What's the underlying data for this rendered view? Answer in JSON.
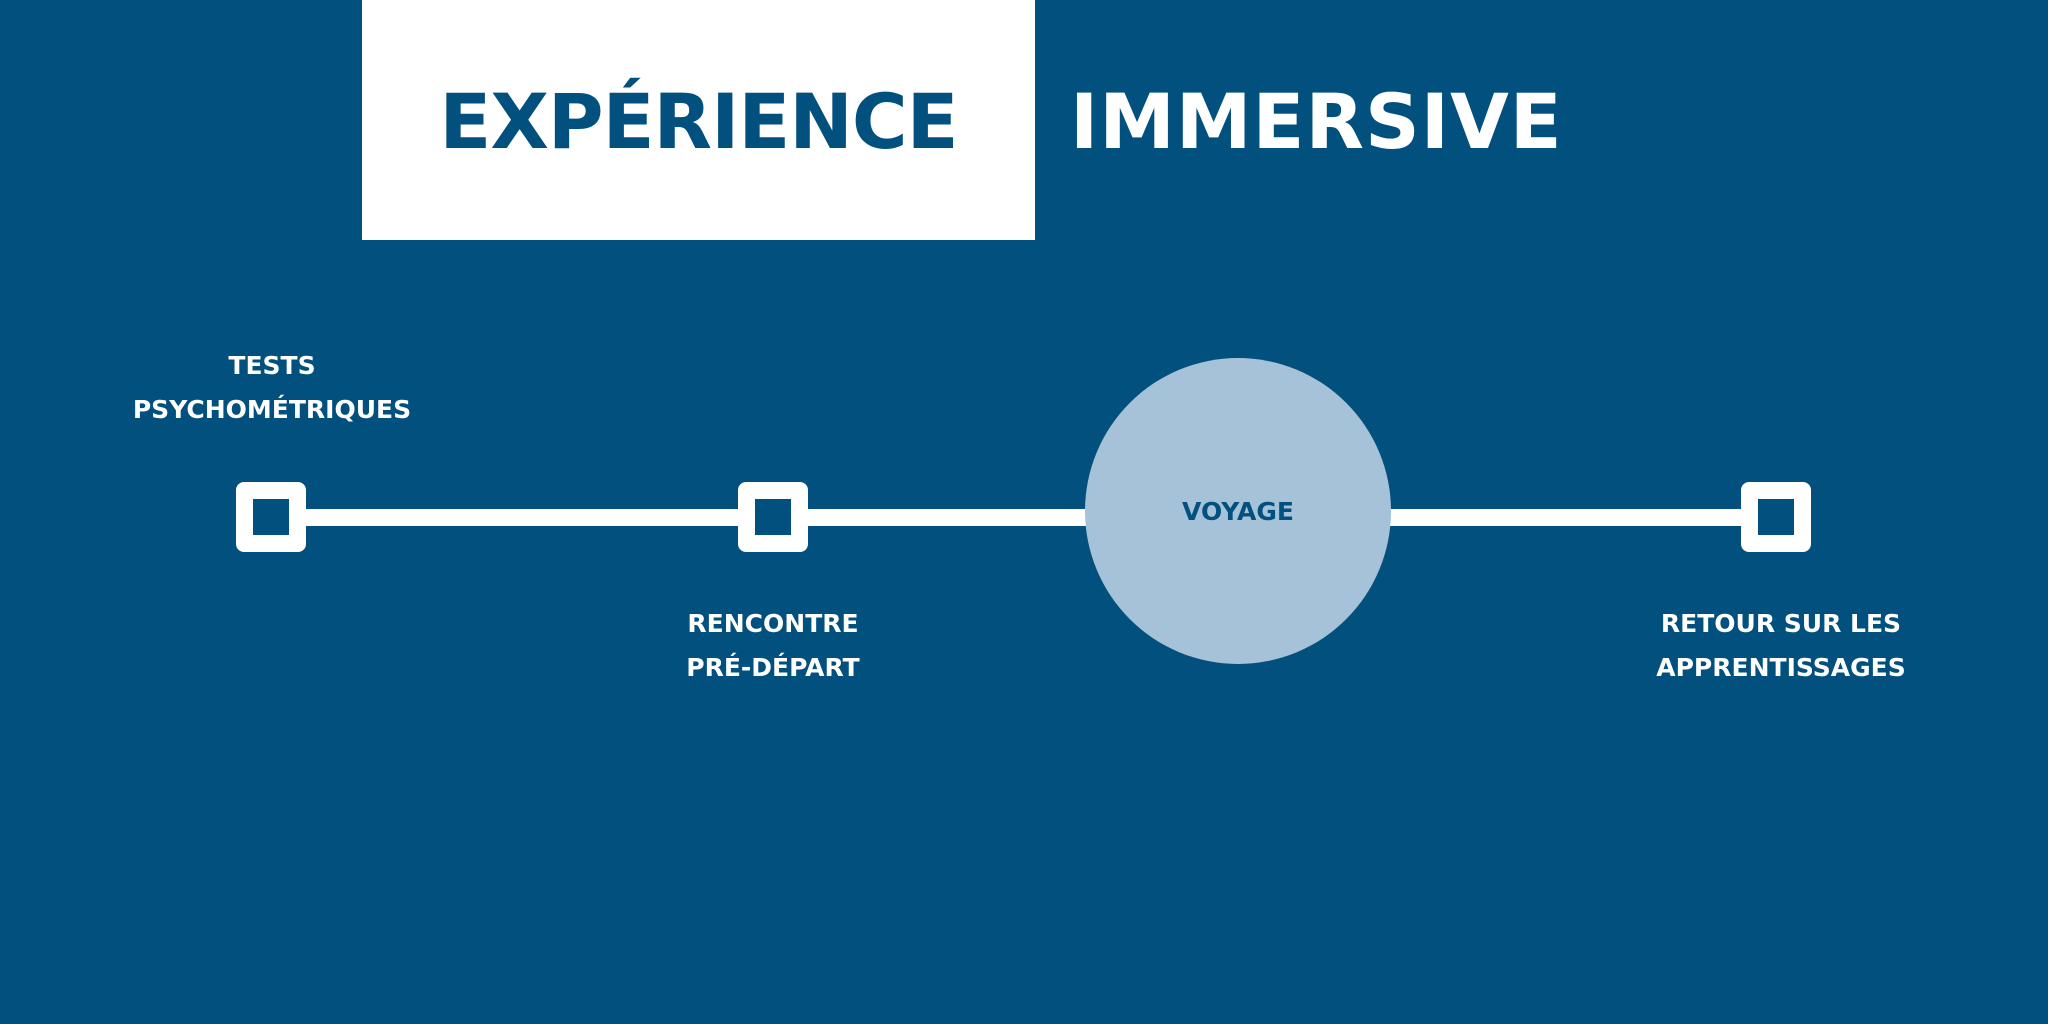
{
  "title": {
    "highlight": "EXPÉRIENCE",
    "rest": "IMMERSIVE"
  },
  "colors": {
    "background": "#02507D",
    "circle": "#A5C2D8",
    "accent": "#FFFFFF"
  },
  "steps": [
    {
      "line1": "TESTS",
      "line2": "PSYCHOMÉTRIQUES"
    },
    {
      "line1": "RENCONTRE",
      "line2": "PRÉ-DÉPART"
    },
    {
      "label": "VOYAGE"
    },
    {
      "line1": "RETOUR SUR LES",
      "line2": "APPRENTISSAGES"
    }
  ]
}
